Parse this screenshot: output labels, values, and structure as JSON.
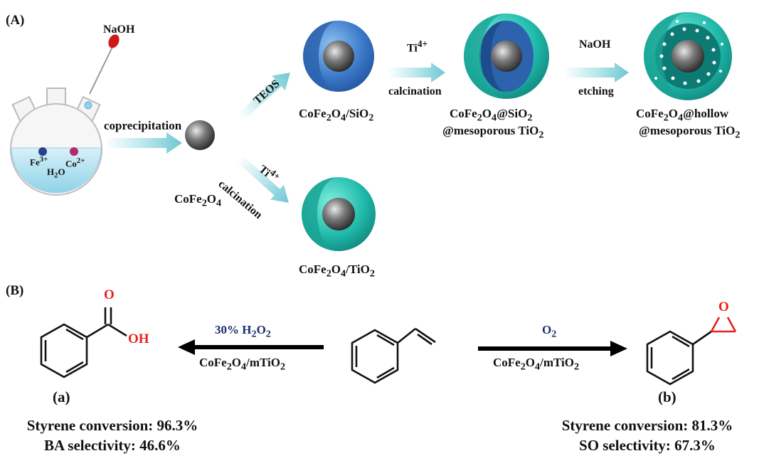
{
  "panel_a": {
    "label": "(A)",
    "flask": {
      "reagent": "NaOH",
      "ion_fe": "Fe",
      "ion_fe_sup": "3+",
      "ion_co": "Co",
      "ion_co_sup": "2+",
      "solvent": "H",
      "solvent_sub": "2",
      "solvent_tail": "O"
    },
    "coprecipitation": "coprecipitation",
    "core": {
      "a": "CoFe",
      "b": "2",
      "c": "O",
      "d": "4"
    },
    "teos": "TEOS",
    "lower_step": {
      "ion": "Ti",
      "ion_sup": "4+",
      "label": "calcination"
    },
    "sio2_product": {
      "a": "CoFe",
      "b": "2",
      "c": "O",
      "d": "4",
      "e": "/SiO",
      "f": "2"
    },
    "tio2_product": {
      "a": "CoFe",
      "b": "2",
      "c": "O",
      "d": "4",
      "e": "/TiO",
      "f": "2"
    },
    "step2": {
      "ion": "Ti",
      "ion_sup": "4+",
      "label": "calcination"
    },
    "meso_product": {
      "a": "CoFe",
      "b": "2",
      "c": "O",
      "d": "4",
      "e": "@SiO",
      "f": "2",
      "line2": "@mesoporous TiO",
      "line2_sub": "2"
    },
    "step3": {
      "reagent": "NaOH",
      "label": "etching"
    },
    "hollow_product": {
      "a": "CoFe",
      "b": "2",
      "c": "O",
      "d": "4",
      "e": "@hollow",
      "line2": "@mesoporous TiO",
      "line2_sub": "2"
    }
  },
  "panel_b": {
    "label": "(B)",
    "left_reaction": {
      "oxidant": "30% H",
      "oxidant_sub": "2",
      "oxidant_mid": "O",
      "oxidant_sub2": "2",
      "catalyst": "CoFe",
      "c_sub1": "2",
      "c_mid": "O",
      "c_sub2": "4",
      "c_tail": "/mTiO",
      "c_sub3": "2"
    },
    "right_reaction": {
      "oxidant": "O",
      "oxidant_sub": "2",
      "catalyst": "CoFe",
      "c_sub1": "2",
      "c_mid": "O",
      "c_sub2": "4",
      "c_tail": "/mTiO",
      "c_sub3": "2"
    },
    "product_a": {
      "tag": "(a)",
      "o_label": "O",
      "oh_label": "OH",
      "conversion": "Styrene conversion: 96.3%",
      "selectivity": "BA selectivity: 46.6%"
    },
    "product_b": {
      "tag": "(b)",
      "o_label": "O",
      "conversion": "Styrene conversion: 81.3%",
      "selectivity": "SO selectivity: 67.3%"
    }
  },
  "colors": {
    "arrow_teal": "#7fd0d8",
    "silica_blue": "#3a78c9",
    "titania_teal": "#1fb9aa",
    "core_gray": "#6b6b6b",
    "reagent_navy": "#1a2d6e",
    "heteroatom_red": "#e8201a",
    "liquid_blue": "#bfe6f2"
  }
}
